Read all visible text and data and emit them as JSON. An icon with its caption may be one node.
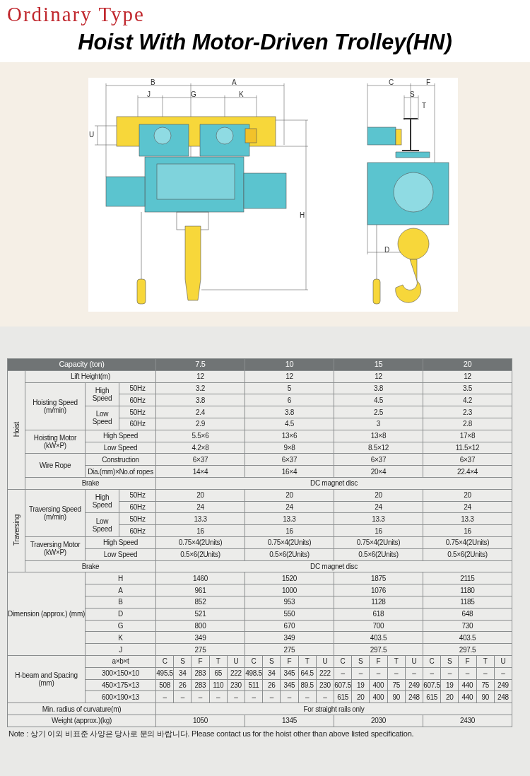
{
  "diagram": {
    "title": "Hoist With Motor-Driven Trolley(HN)",
    "labels": [
      "Ordinary Type",
      "B",
      "A",
      "J",
      "G",
      "K",
      "U",
      "H",
      "C",
      "F",
      "S",
      "T",
      "D",
      "Capacity (ton)",
      "7.5",
      "10",
      "15",
      "20",
      "Hoist",
      "Lift Height(m)",
      "12",
      "12",
      "12",
      "12",
      "Hoisting Speed (m/min)",
      "High Speed",
      "50Hz",
      "3.2",
      "5",
      "3.8",
      "3.5",
      "60Hz",
      "3.8",
      "6",
      "4.5",
      "4.2",
      "Low Speed",
      "50Hz",
      "2.4",
      "3.8",
      "2.5",
      "2.3",
      "60Hz",
      "2.9",
      "4.5",
      "3",
      "2.8",
      "Hoisting Motor (kW×P)",
      "High Speed",
      "5.5×6",
      "13×6",
      "13×8",
      "17×8",
      "Low Speed",
      "4.2×8",
      "9×8",
      "8.5×12",
      "11.5×12",
      "Wire Rope",
      "Construction",
      "6×37",
      "6×37",
      "6×37",
      "6×37",
      "Dia.(mm)×No.of ropes",
      "14×4",
      "16×4",
      "20×4",
      "22.4×4",
      "Brake",
      "DC magnet disc",
      "Traversing",
      "Traversing Speed (m/min)",
      "High Speed",
      "50Hz",
      "20",
      "20",
      "20",
      "20",
      "60Hz",
      "24",
      "24",
      "24",
      "24",
      "Low Speed",
      "50Hz",
      "13.3",
      "13.3",
      "13.3",
      "13.3",
      "60Hz",
      "16",
      "16",
      "16",
      "16",
      "Traversing Motor (kW×P)",
      "High Speed",
      "0.75×4(2Units)",
      "0.75×4(2Units)",
      "0.75×4(2Units)",
      "0.75×4(2Units)",
      "Low Speed",
      "0.5×6(2Units)",
      "0.5×6(2Units)",
      "0.5×6(2Units)",
      "0.5×6(2Units)",
      "Brake",
      "DC magnet disc",
      "Dimension (approx.) (mm)",
      "H",
      "1460",
      "1520",
      "1875",
      "2115",
      "A",
      "961",
      "1000",
      "1076",
      "1180",
      "B",
      "852",
      "953",
      "1128",
      "1185",
      "D",
      "521",
      "550",
      "618",
      "648",
      "G",
      "800",
      "670",
      "700",
      "730",
      "K",
      "349",
      "349",
      "403.5",
      "403.5",
      "J",
      "275",
      "275",
      "297.5",
      "297.5",
      "H-beam and Spacing (mm)",
      "a×b×t",
      "C",
      "S",
      "F",
      "T",
      "U",
      "C",
      "S",
      "F",
      "T",
      "U",
      "C",
      "S",
      "F",
      "T",
      "U",
      "C",
      "S",
      "F",
      "T",
      "U",
      "300×150×10",
      "495.5",
      "34",
      "283",
      "65",
      "222",
      "498.5",
      "34",
      "345",
      "64.5",
      "222",
      "–",
      "–",
      "–",
      "–",
      "–",
      "–",
      "–",
      "–",
      "–",
      "–",
      "450×175×13",
      "508",
      "26",
      "283",
      "110",
      "230",
      "511",
      "26",
      "345",
      "89.5",
      "230",
      "607.5",
      "19",
      "400",
      "75",
      "249",
      "607.5",
      "19",
      "440",
      "75",
      "249",
      "600×190×13",
      "–",
      "–",
      "–",
      "–",
      "–",
      "–",
      "–",
      "–",
      "–",
      "–",
      "615",
      "20",
      "400",
      "90",
      "248",
      "615",
      "20",
      "440",
      "90",
      "248",
      "Min. radius of curvature(m)",
      "For straight rails only",
      "Weight (approx.)(kg)",
      "1050",
      "1345",
      "2030",
      "2430",
      "Note : 상기 이외 비표준 사양은 당사로 문의 바랍니다. Please contact us for the hoist other than above listed specification."
    ]
  }
}
